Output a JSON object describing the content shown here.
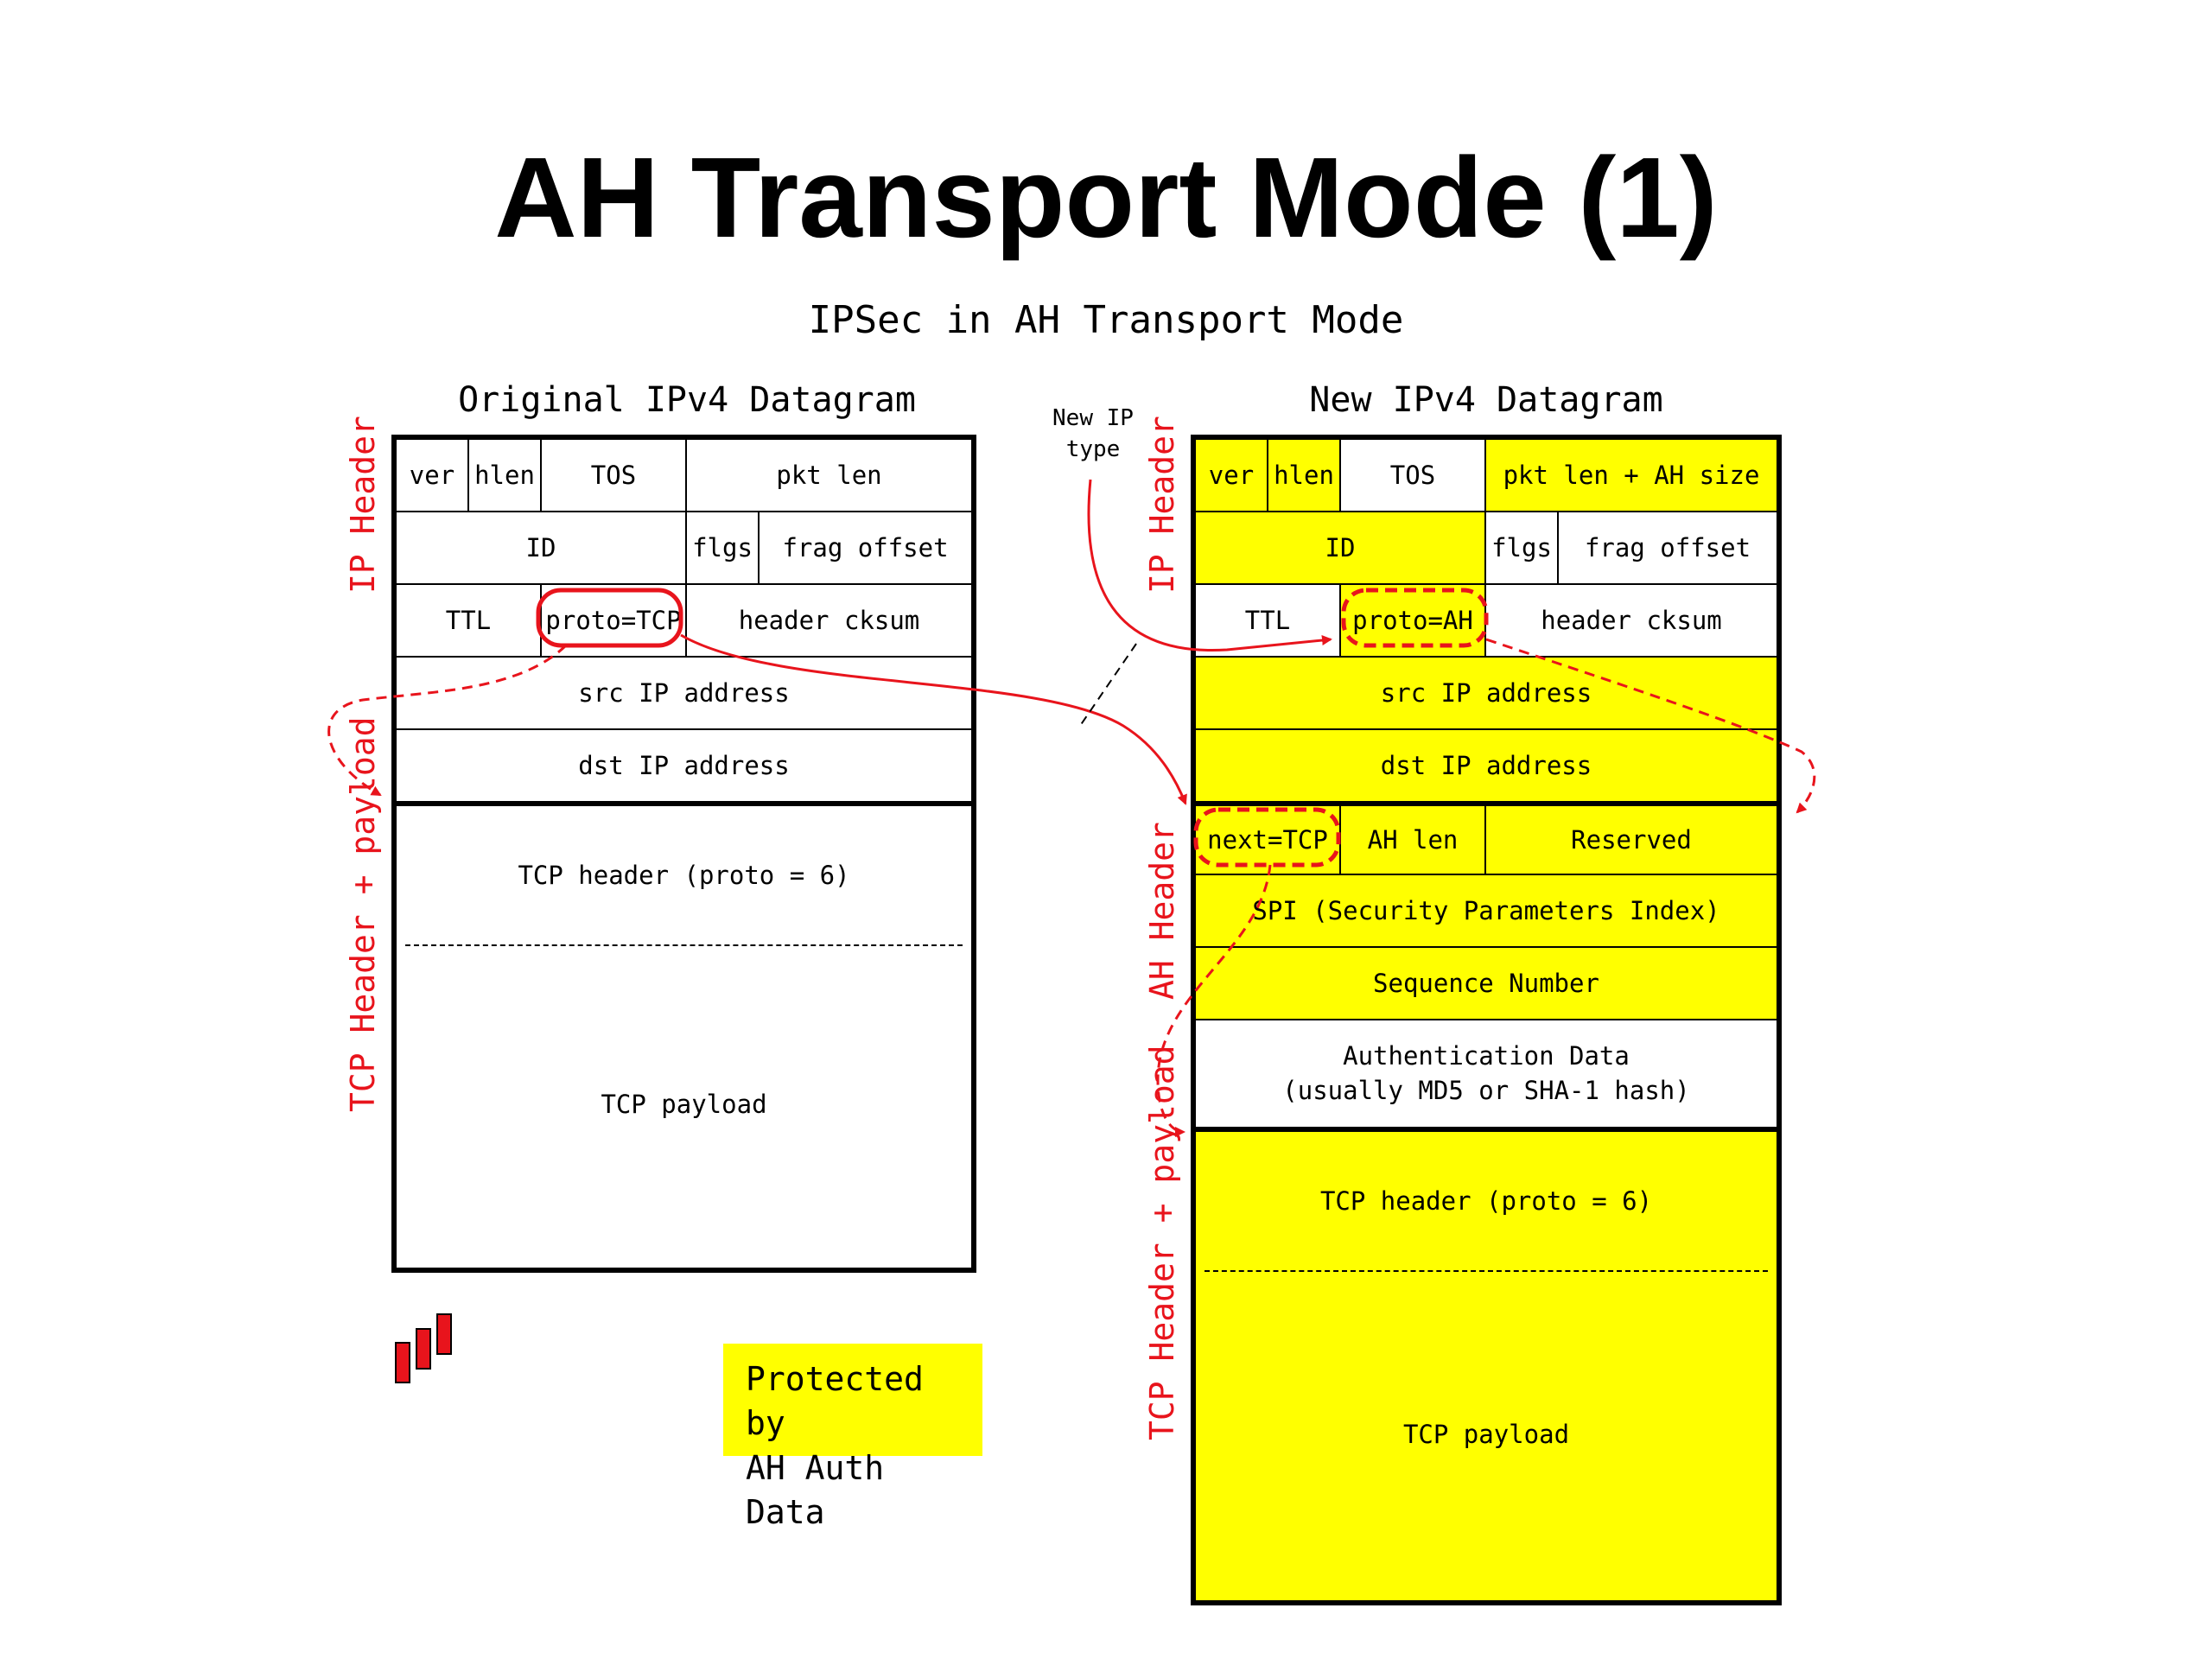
{
  "title": "AH Transport Mode (1)",
  "subtitle": "IPSec in AH Transport Mode",
  "original": {
    "heading": "Original IPv4 Datagram",
    "ip_header_label": "IP Header",
    "tcp_label": "TCP Header + payload",
    "cells": {
      "ver": "ver",
      "hlen": "hlen",
      "tos": "TOS",
      "pkt_len": "pkt len",
      "id": "ID",
      "flgs": "flgs",
      "frag_offset": "frag offset",
      "ttl": "TTL",
      "proto": "proto=TCP",
      "header_cksum": "header cksum",
      "src": "src IP address",
      "dst": "dst IP address",
      "tcp_header": "TCP header (proto = 6)",
      "tcp_payload": "TCP payload"
    }
  },
  "new": {
    "heading": "New IPv4 Datagram",
    "ip_header_label": "IP Header",
    "ah_header_label": "AH Header",
    "tcp_label": "TCP Header + payload",
    "note": "New IP\ntype",
    "cells": {
      "ver": "ver",
      "hlen": "hlen",
      "tos": "TOS",
      "pkt_len": "pkt len + AH size",
      "id": "ID",
      "flgs": "flgs",
      "frag_offset": "frag offset",
      "ttl": "TTL",
      "proto": "proto=AH",
      "header_cksum": "header cksum",
      "src": "src IP address",
      "dst": "dst IP address",
      "next": "next=TCP",
      "ah_len": "AH len",
      "reserved": "Reserved",
      "spi": "SPI (Security Parameters Index)",
      "seq": "Sequence Number",
      "auth_line1": "Authentication Data",
      "auth_line2": "(usually MD5 or SHA-1 hash)",
      "tcp_header": "TCP header (proto = 6)",
      "tcp_payload": "TCP payload"
    }
  },
  "legend": {
    "line1": "Protected by",
    "line2": "AH Auth Data"
  },
  "colors": {
    "highlight": "#ffff00",
    "annotation": "#e8141c",
    "border": "#000000"
  }
}
